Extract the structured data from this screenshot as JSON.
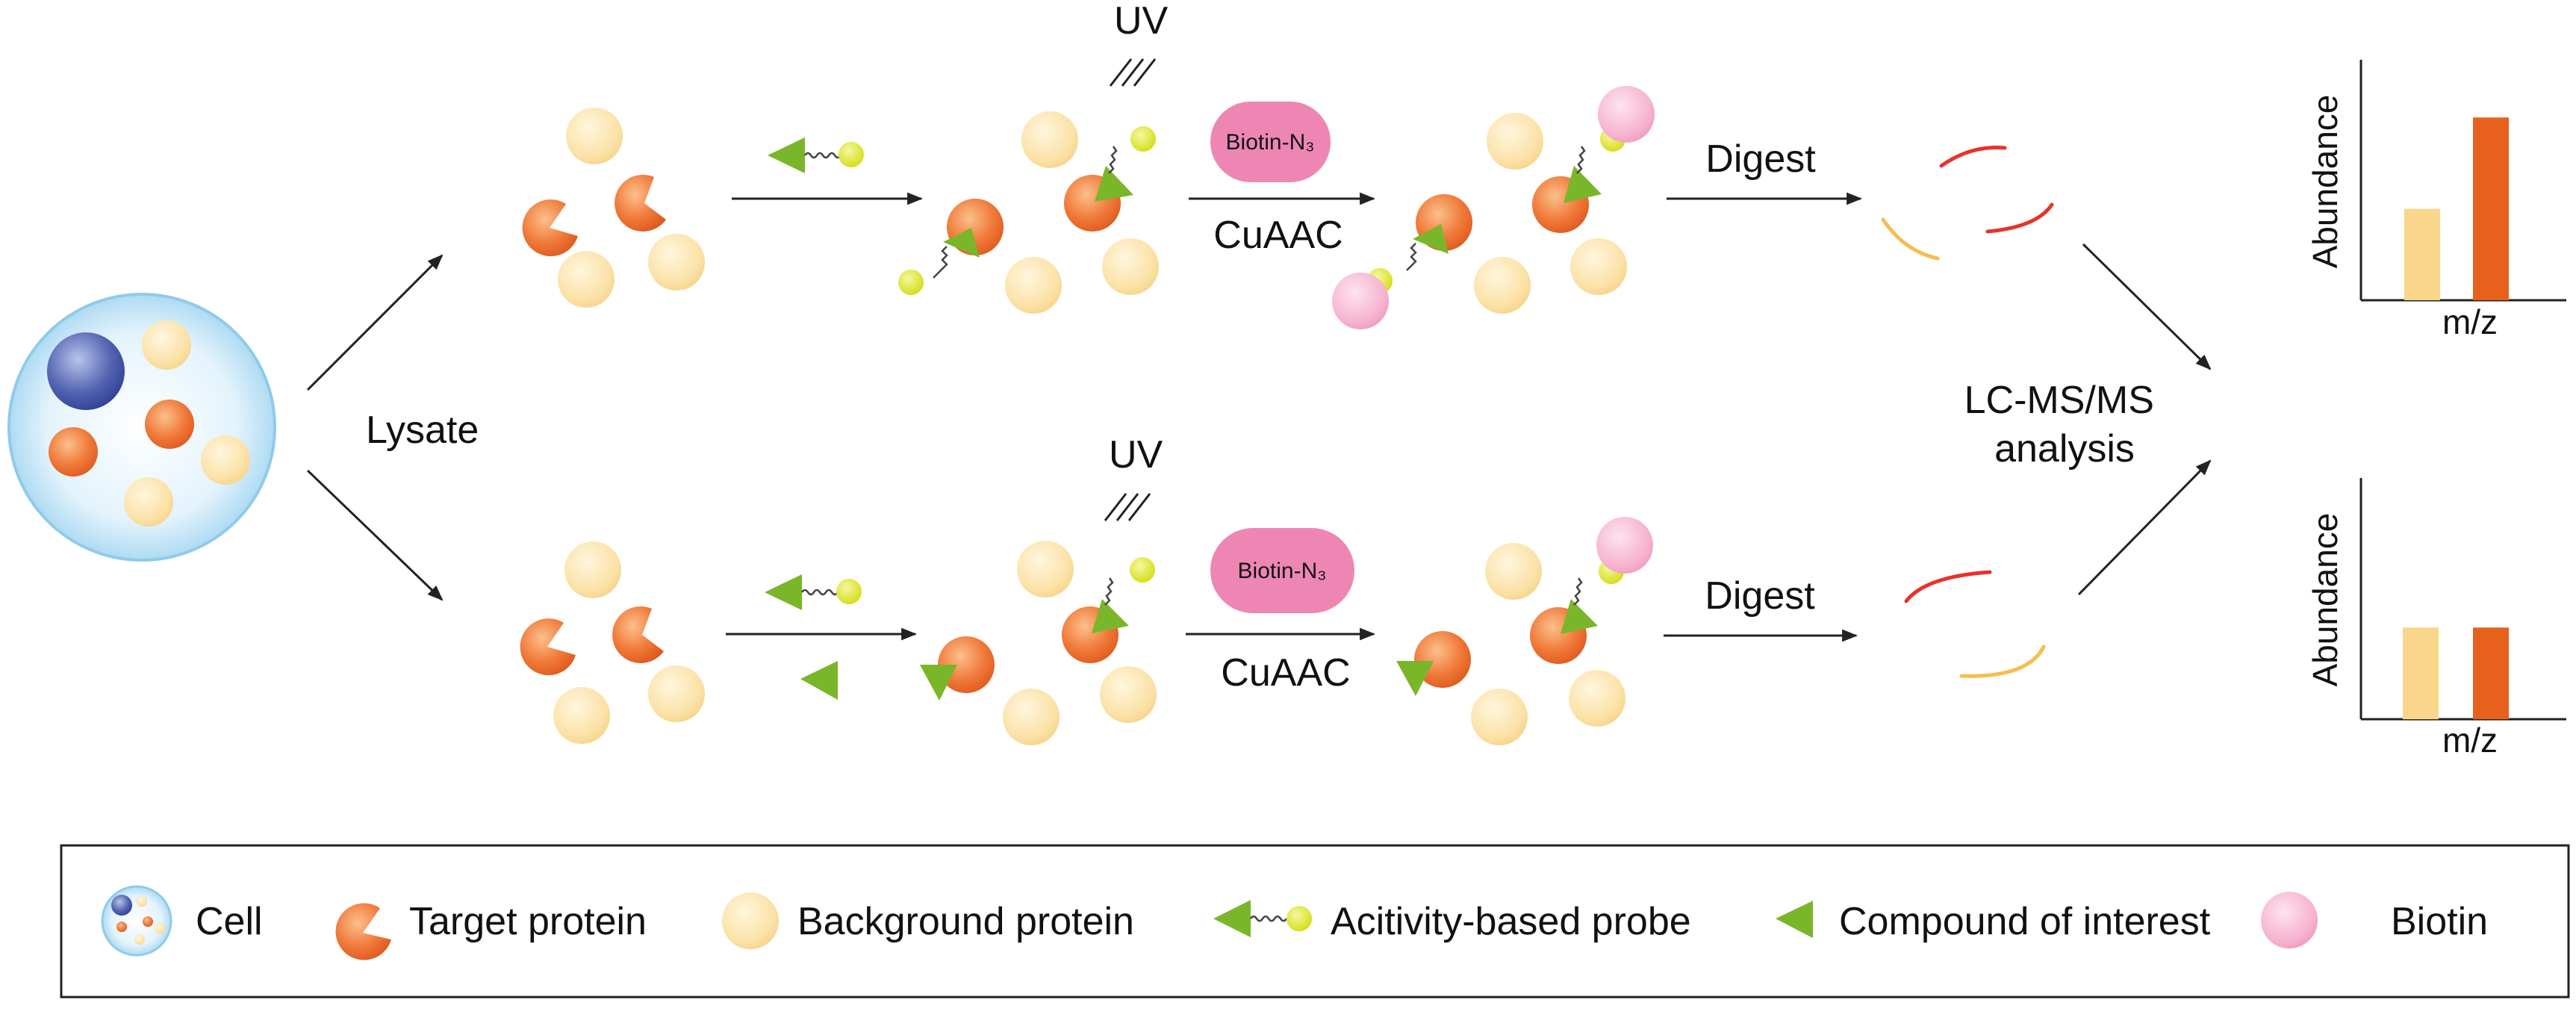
{
  "workflow": {
    "lysate_label": "Lysate",
    "lcms_label_line1": "LC-MS/MS",
    "lcms_label_line2": "analysis",
    "top_path": {
      "uv_label": "UV",
      "biotin_label": "Biotin-N₃",
      "click_label": "CuAAC",
      "digest_label": "Digest"
    },
    "bottom_path": {
      "uv_label": "UV",
      "biotin_label": "Biotin-N₃",
      "click_label": "CuAAC",
      "digest_label": "Digest"
    }
  },
  "charts": {
    "top": {
      "ylabel": "Abundance",
      "xlabel": "m/z",
      "bars": [
        {
          "series": "background",
          "value": 0.38,
          "color": "#f9d689"
        },
        {
          "series": "target",
          "value": 0.76,
          "color": "#e8611c"
        }
      ]
    },
    "bottom": {
      "ylabel": "Abundance",
      "xlabel": "m/z",
      "bars": [
        {
          "series": "background",
          "value": 0.38,
          "color": "#f9d689"
        },
        {
          "series": "target",
          "value": 0.38,
          "color": "#e8611c"
        }
      ]
    }
  },
  "legend": {
    "items": [
      {
        "icon": "cell-icon",
        "label": "Cell"
      },
      {
        "icon": "target-protein-icon",
        "label": "Target protein"
      },
      {
        "icon": "background-protein-icon",
        "label": "Background protein"
      },
      {
        "icon": "activity-probe-icon",
        "label": "Acitivity-based probe"
      },
      {
        "icon": "compound-icon",
        "label": "Compound of interest"
      },
      {
        "icon": "biotin-icon",
        "label": "Biotin"
      }
    ]
  },
  "colors": {
    "target_protein": "#ee7031",
    "background_protein": "#fbe2a8",
    "probe_green": "#7ab62a",
    "probe_yellow": "#dde51c",
    "biotin_pink": "#f4a6c8",
    "biotin_pill": "#ee86b4",
    "cell_blue": "#9fd3ee",
    "nucleus": "#3f51a3",
    "peptide_red": "#e8322a",
    "peptide_yellow": "#f6bd4f"
  }
}
